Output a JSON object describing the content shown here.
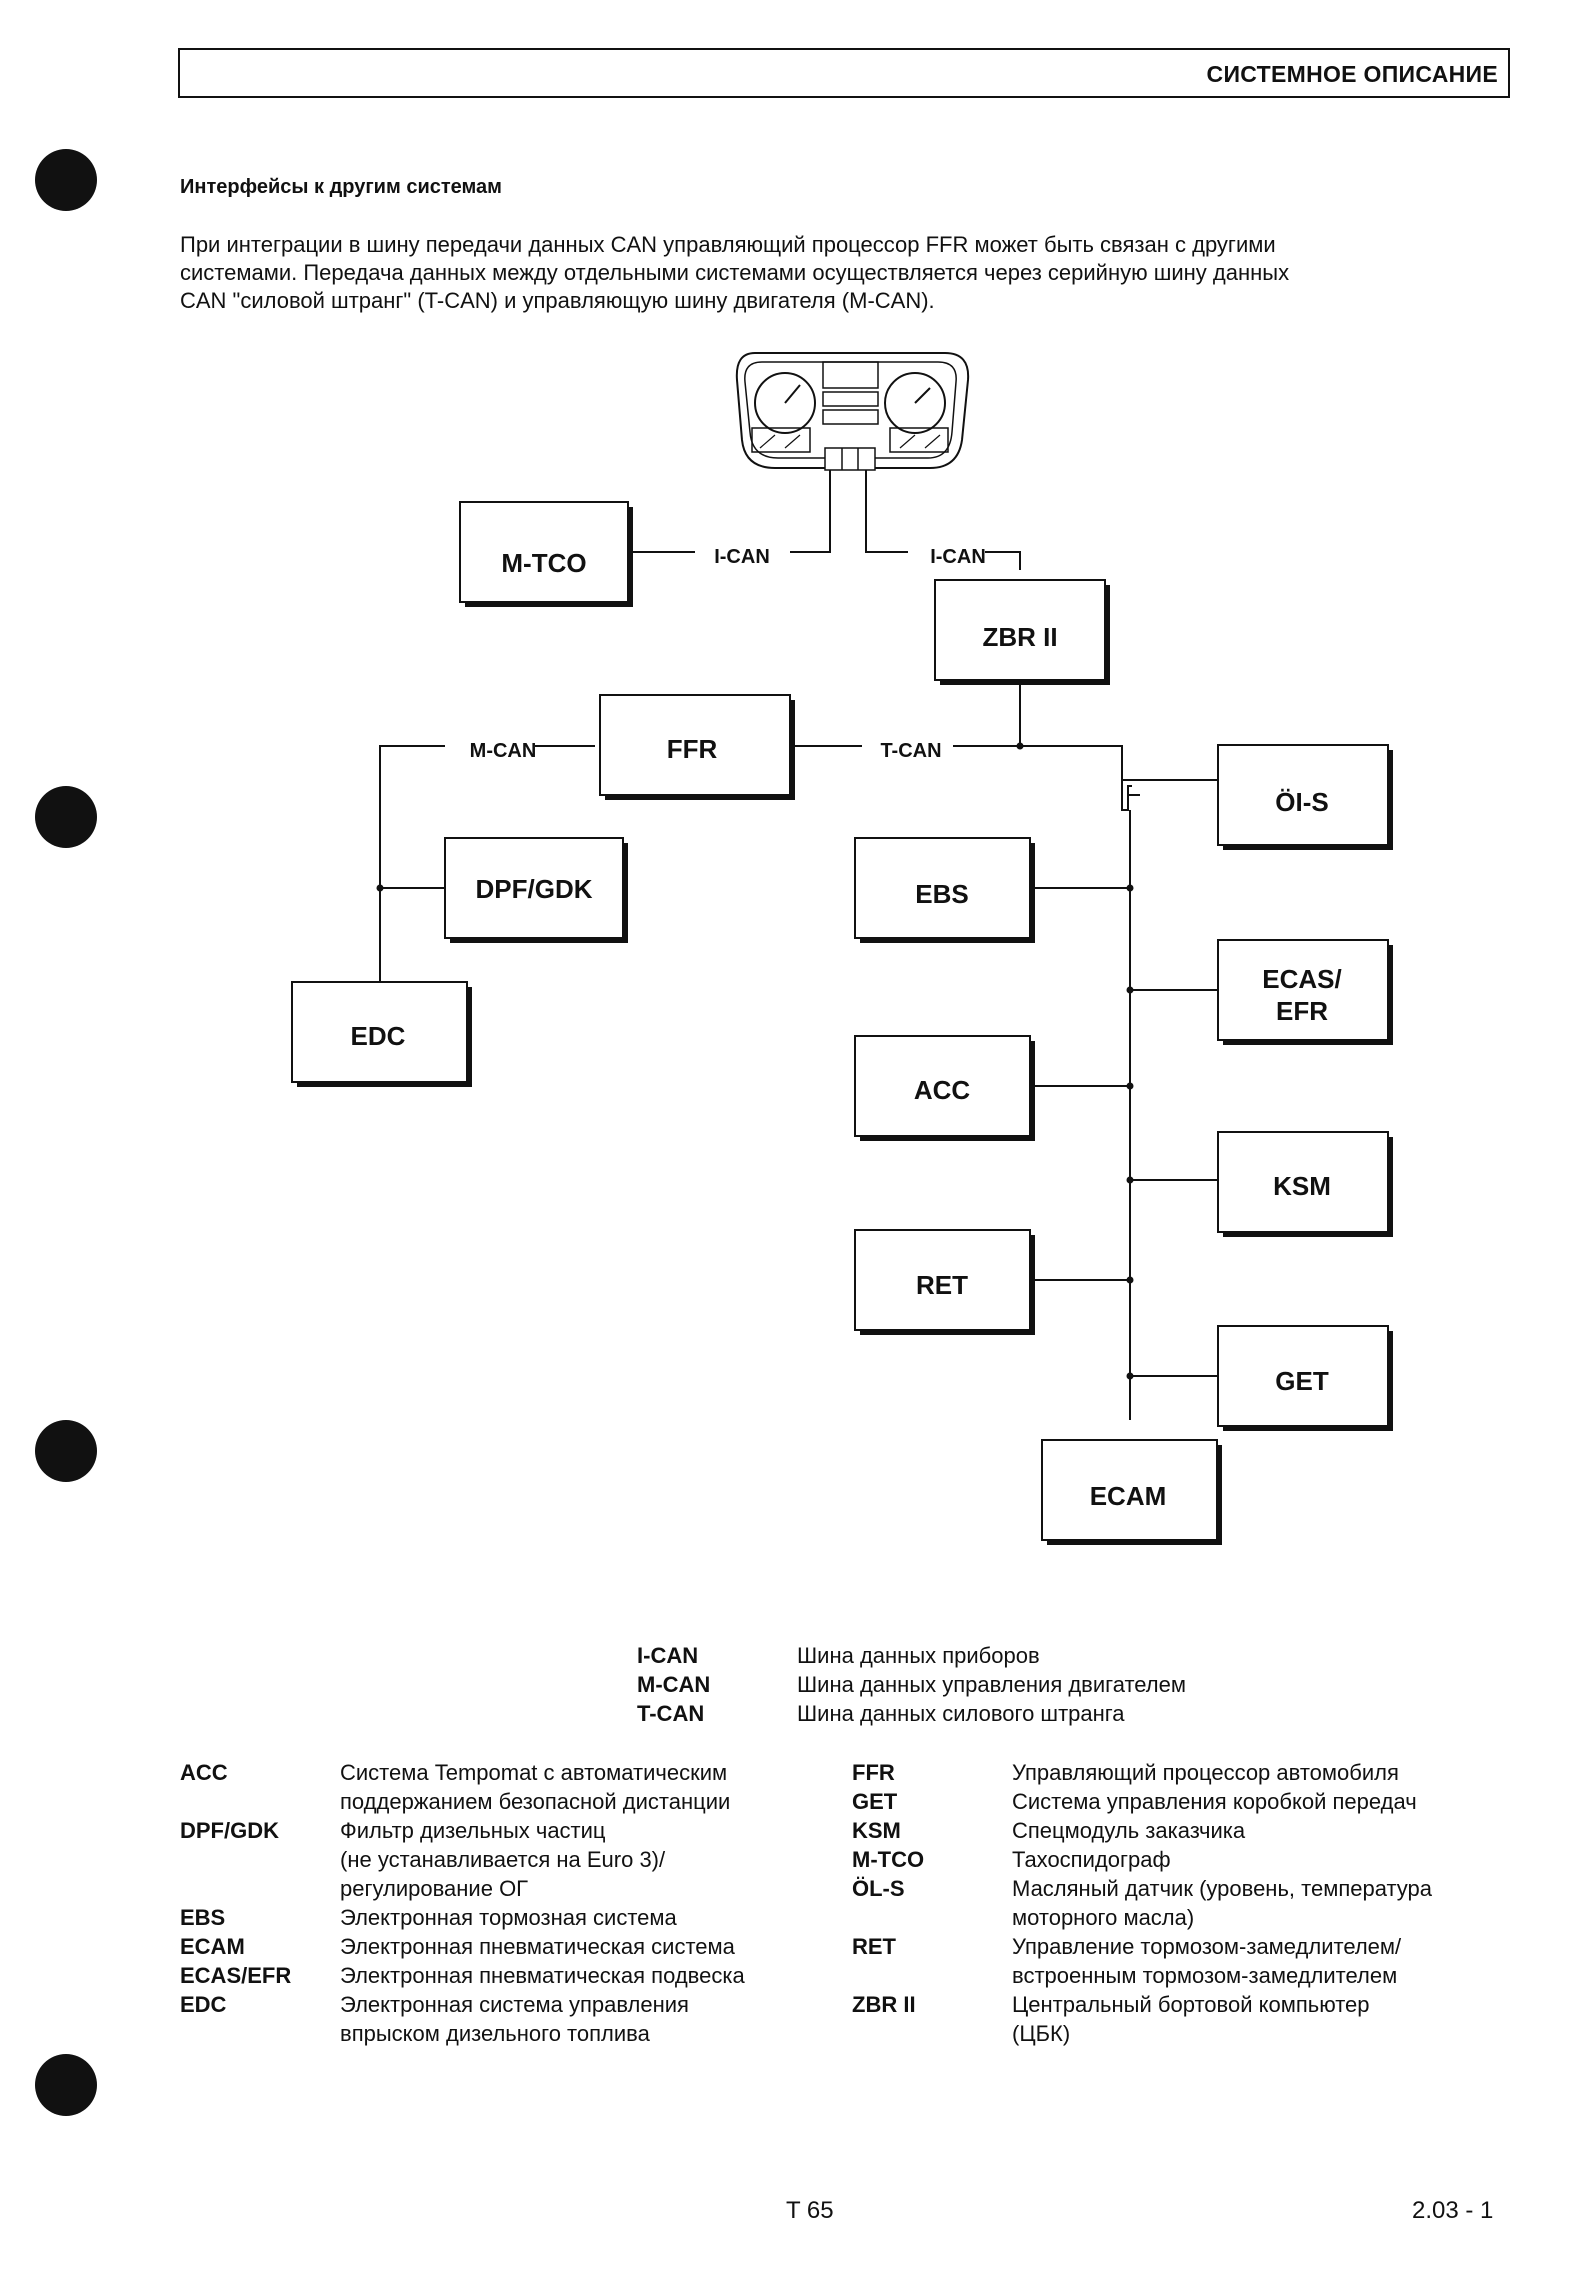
{
  "header": {
    "title": "СИСТЕМНОЕ ОПИСАНИЕ"
  },
  "section": {
    "title": "Интерфейсы к другим системам"
  },
  "intro": {
    "lines": [
      "При интеграции в шину передачи данных CAN управляющий процессор FFR может быть связан с другими",
      "системами. Передача данных между отдельными системами осуществляется через серийную шину данных",
      "CAN \"силовой штранг\" (T-CAN) и управляющую шину двигателя (M-CAN)."
    ]
  },
  "diagram": {
    "boxes": {
      "mtco": "M-TCO",
      "zbr": "ZBR II",
      "ffr": "FFR",
      "dpf": "DPF/GDK",
      "edc": "EDC",
      "ols": "ÖI-S",
      "ebs": "EBS",
      "ecas1": "ECAS/",
      "ecas2": "EFR",
      "acc": "ACC",
      "ksm": "KSM",
      "ret": "RET",
      "get": "GET",
      "ecam": "ECAM"
    },
    "bus_labels": {
      "ican_left": "I-CAN",
      "ican_right": "I-CAN",
      "mcan": "M-CAN",
      "tcan": "T-CAN"
    }
  },
  "bus_legend": [
    {
      "abbr": "I-CAN",
      "text": "Шина данных приборов"
    },
    {
      "abbr": "M-CAN",
      "text": "Шина данных управления двигателем"
    },
    {
      "abbr": "T-CAN",
      "text": "Шина данных силового штранга"
    }
  ],
  "legend_left": [
    {
      "abbr": "ACC",
      "text": "Система Tempomat с автоматическим"
    },
    {
      "abbr": "",
      "text": "поддержанием безопасной дистанции"
    },
    {
      "abbr": "DPF/GDK",
      "text": "Фильтр дизельных частиц"
    },
    {
      "abbr": "",
      "text": "(не устанавливается на Euro 3)/"
    },
    {
      "abbr": "",
      "text": "регулирование ОГ"
    },
    {
      "abbr": "EBS",
      "text": "Электронная тормозная система"
    },
    {
      "abbr": "ECAM",
      "text": "Электронная пневматическая система"
    },
    {
      "abbr": "ECAS/EFR",
      "text": "Электронная пневматическая подвеска"
    },
    {
      "abbr": "EDC",
      "text": "Электронная система управления"
    },
    {
      "abbr": "",
      "text": "впрыском дизельного топлива"
    }
  ],
  "legend_right": [
    {
      "abbr": "FFR",
      "text": "Управляющий процессор автомобиля"
    },
    {
      "abbr": "GET",
      "text": "Система управления коробкой передач"
    },
    {
      "abbr": "KSM",
      "text": "Спецмодуль заказчика"
    },
    {
      "abbr": "M-TCO",
      "text": "Тахоспидограф"
    },
    {
      "abbr": "ÖL-S",
      "text": "Масляный датчик (уровень, температура"
    },
    {
      "abbr": "",
      "text": "моторного масла)"
    },
    {
      "abbr": "RET",
      "text": "Управление тормозом-замедлителем/"
    },
    {
      "abbr": "",
      "text": "встроенным тормозом-замедлителем"
    },
    {
      "abbr": "ZBR II",
      "text": "Центральный бортовой компьютер"
    },
    {
      "abbr": "",
      "text": "(ЦБК)"
    }
  ],
  "footer": {
    "page": "T 65",
    "number": "2.03 - 1"
  }
}
